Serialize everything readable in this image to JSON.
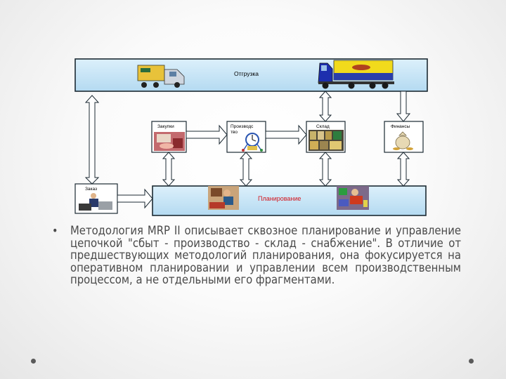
{
  "diagram": {
    "top_bar_label": "Отгрузка",
    "procurement_label": "Закупки",
    "production_label_line1": "Производс",
    "production_label_line2": "тво",
    "warehouse_label": "Склад",
    "finance_label": "Финансы",
    "order_label": "Заказ",
    "planning_label": "Планирование",
    "colors": {
      "bar_fill": "#bfe2f6",
      "border": "#1c2a33",
      "planning_text": "#d4141c"
    }
  },
  "bullet": {
    "text": "Методология MRP II описывает сквозное планирование и управление цепочкой \"сбыт - производство - склад - снабжение\". В отличие от предшествующих методологий планирования, она фокусируется на оперативном планировании и управлении всем производственным процессом, а не отдельными его фрагментами."
  }
}
